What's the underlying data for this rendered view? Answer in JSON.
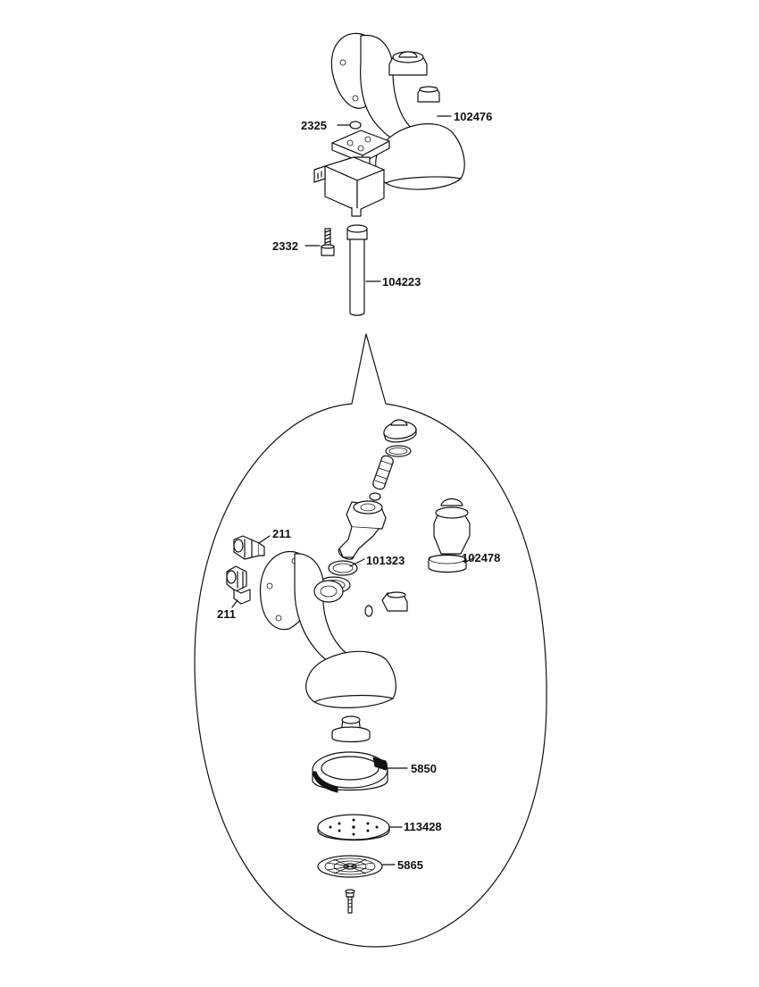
{
  "diagram": {
    "callouts": {
      "c102476": "102476",
      "c2325": "2325",
      "c2332": "2332",
      "c104223": "104223",
      "c211a": "211",
      "c211b": "211",
      "c101323": "101323",
      "c102478": "102478",
      "c5850": "5850",
      "c113428": "113428",
      "c5865": "5865"
    }
  }
}
